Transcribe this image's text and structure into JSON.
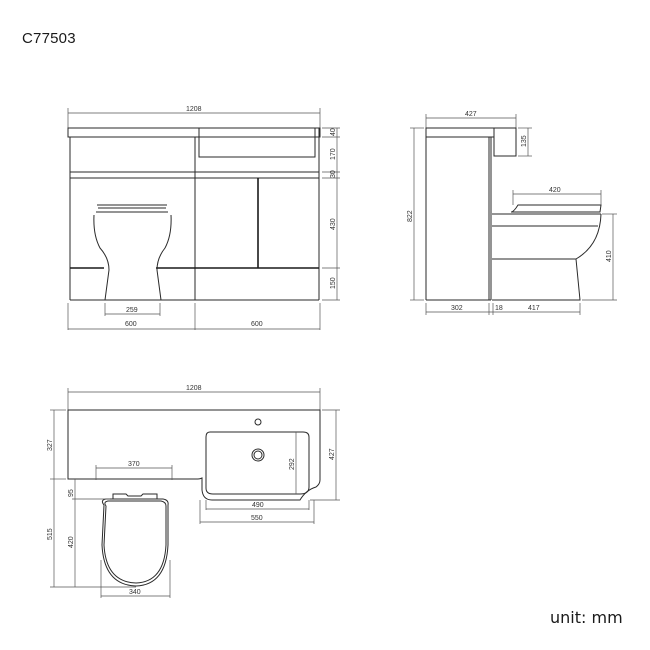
{
  "product_code": "C77503",
  "unit_label": "unit: mm",
  "front_view": {
    "overall_width": "1208",
    "height_top": "40",
    "height_basin": "170",
    "height_rail": "30",
    "height_doors": "430",
    "height_plinth": "150",
    "pan_base_width": "259",
    "left_width": "600",
    "right_width": "600"
  },
  "side_view": {
    "depth": "427",
    "basin_lip": "135",
    "total_height": "822",
    "seat_length": "420",
    "pan_height": "410",
    "cabinet_depth": "302",
    "gap": "18",
    "pan_projection": "417"
  },
  "plan_view": {
    "overall_width": "1208",
    "worktop_depth_left": "327",
    "worktop_depth_right": "427",
    "seat_width_top": "370",
    "seat_offset": "95",
    "seat_length": "420",
    "total_projection": "515",
    "seat_width": "340",
    "basin_depth": "292",
    "basin_inner_width": "490",
    "basin_outer_width": "550"
  }
}
